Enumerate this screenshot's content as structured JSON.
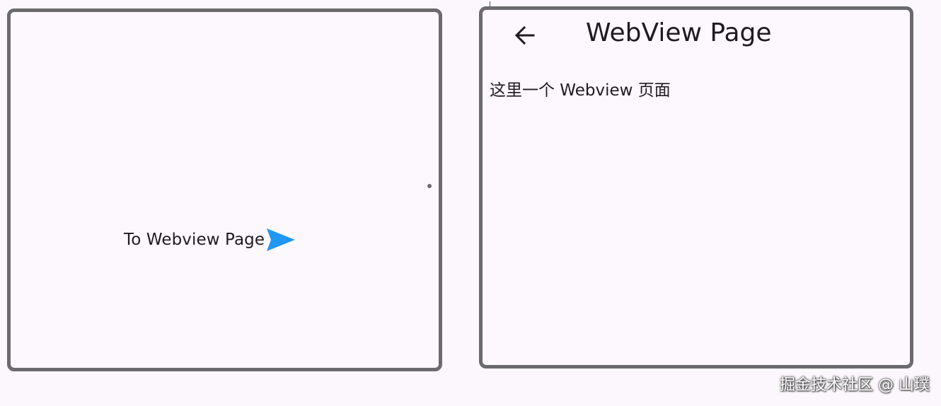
{
  "home_screen": {
    "button_label": "To Webview Page",
    "button_icon": "send-icon",
    "accent_color": "#2196f3"
  },
  "webview_screen": {
    "back_icon": "arrow-back-icon",
    "title": "WebView Page",
    "body_text": "这里一个 Webview 页面"
  },
  "watermark": {
    "text": "掘金技术社区 @ 山璞"
  }
}
